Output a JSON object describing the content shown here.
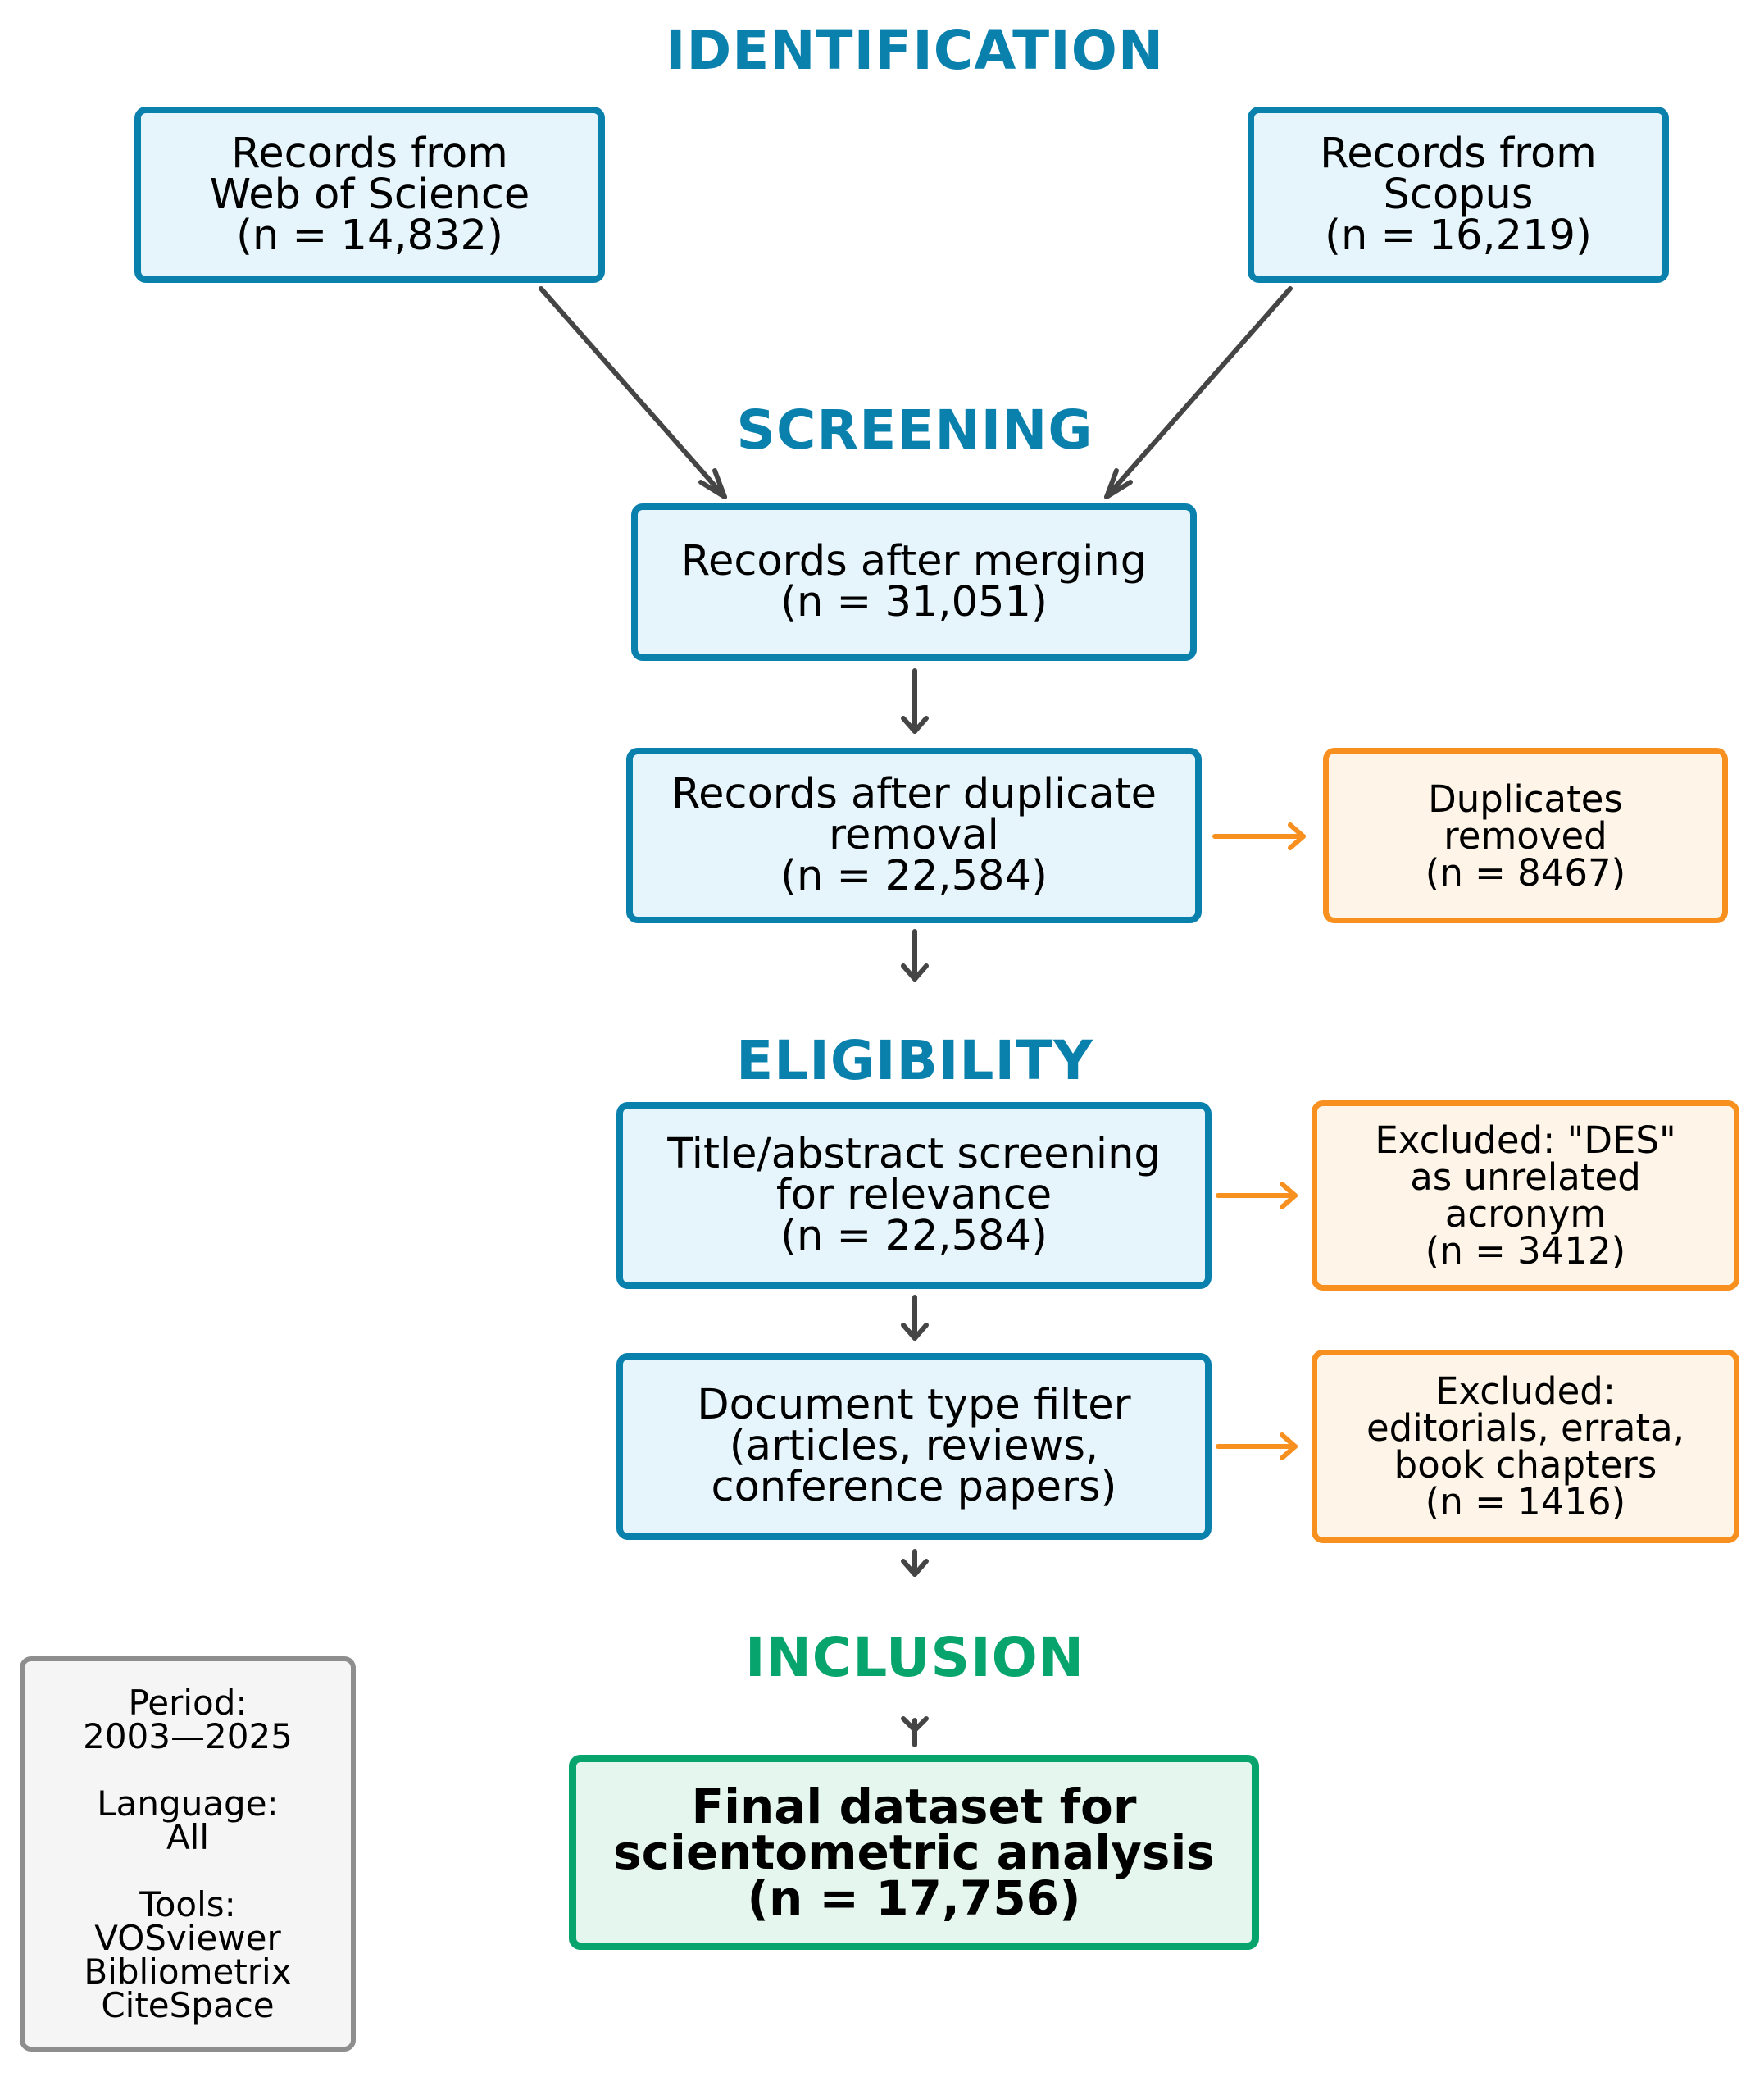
{
  "headings": {
    "identification": "IDENTIFICATION",
    "screening": "SCREENING",
    "eligibility": "ELIGIBILITY",
    "inclusion": "INCLUSION"
  },
  "boxes": {
    "wos": [
      "Records from",
      "Web of Science",
      "(n = 14,832)"
    ],
    "scopus": [
      "Records from",
      "Scopus",
      "(n = 16,219)"
    ],
    "merged": [
      "Records after merging",
      "(n = 31,051)"
    ],
    "dedup": [
      "Records after duplicate",
      "removal",
      "(n = 22,584)"
    ],
    "duplicates": [
      "Duplicates",
      "removed",
      "(n = 8467)"
    ],
    "title_screen": [
      "Title/abstract screening",
      "for relevance",
      "(n = 22,584)"
    ],
    "excl_des": [
      "Excluded: \"DES\"",
      "as unrelated",
      "acronym",
      "(n = 3412)"
    ],
    "doctype": [
      "Document type filter",
      "(articles, reviews,",
      "conference papers)"
    ],
    "excl_doc": [
      "Excluded:",
      "editorials, errata,",
      "book chapters",
      "(n = 1416)"
    ],
    "final": [
      "Final dataset for",
      "scientometric analysis",
      "(n = 17,756)"
    ],
    "info": [
      "Period:",
      "2003—2025",
      "",
      "Language:",
      "All",
      "",
      "Tools:",
      "VOSviewer",
      "Bibliometrix",
      "CiteSpace"
    ]
  },
  "colors": {
    "blue_border": "#0a81ad",
    "blue_fill": "#e6f5fc",
    "orange_border": "#f8901f",
    "orange_fill": "#fef5e8",
    "green_border": "#07a46d",
    "green_fill": "#e4f6ee",
    "heading_blue": "#0a81ad",
    "heading_green": "#07a46d",
    "arrow_dark": "#454545"
  }
}
